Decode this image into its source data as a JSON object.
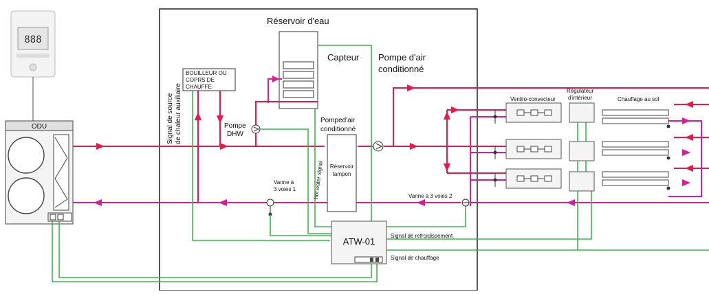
{
  "colors": {
    "supply": "#e8194a",
    "return": "#d81b9a",
    "signal": "#3ab54a",
    "frame": "#222222"
  },
  "labels": {
    "reservoir_eau": "Réservoir d'eau",
    "capteur": "Capteur",
    "pompe_air_1": "Pompe d'air",
    "pompe_air_2": "conditionné",
    "bouilleur_1": "BOUILLEUR OU",
    "bouilleur_2": "COPRS DE",
    "bouilleur_3": "CHAUFFE",
    "signal_source_1": "Signal de source",
    "signal_source_2": "de chaleur auxiliaire",
    "pompe_dhw_1": "Pompe",
    "pompe_dhw_2": "DHW",
    "pomped_air_1": "Pomped'air",
    "pomped_air_2": "conditionné",
    "reservoir_tampon_1": "Réservoir",
    "reservoir_tampon_2": "tampon",
    "hot_water_signal": "hot water signal",
    "vanne1_1": "Vanne à",
    "vanne1_2": "3 voies 1",
    "vanne2": "Vanne à 3 voies 2",
    "atw": "ATW-01",
    "signal_refroid": "Signal de refroidissement",
    "signal_chauff": "Signal de chauffage",
    "odu": "ODU",
    "ventilo": "Ventilo-convecteur",
    "regulateur_1": "Régulateur",
    "regulateur_2": "d'intérieur",
    "chauffage_sol": "Chauffage au sol"
  }
}
